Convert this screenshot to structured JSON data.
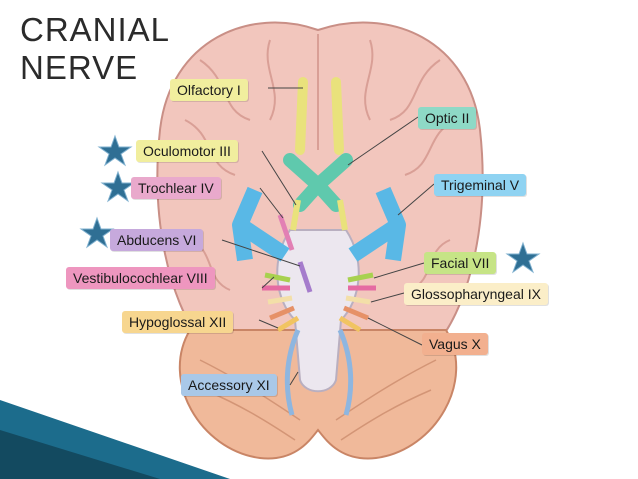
{
  "title": {
    "line1": "CRANIAL",
    "line2": "NERVE"
  },
  "colors": {
    "cerebrum": "#f2c6bd",
    "gyri": "#d99f96",
    "cerebellum": "#f0b99a",
    "brainstem": "#ece7ef",
    "star": "#2f6f94",
    "accent": "#1c6c8c"
  },
  "labels": {
    "olfactory": "Olfactory I",
    "optic": "Optic II",
    "oculomotor": "Oculomotor III",
    "trochlear": "Trochlear IV",
    "trigeminal": "Trigeminal V",
    "abducens": "Abducens VI",
    "facial": "Facial VII",
    "vestibulocochlear": "Vestibulocochlear VIII",
    "glossopharyngeal": "Glossopharyngeal IX",
    "vagus": "Vagus X",
    "accessory": "Accessory XI",
    "hypoglossal": "Hypoglossal XII"
  },
  "label_colors": {
    "olfactory": "#f1ee9e",
    "optic": "#8ed9c6",
    "oculomotor": "#f1ee9e",
    "trochlear": "#e9a9cc",
    "trigeminal": "#8fd3f2",
    "abducens": "#c6a9dc",
    "facial": "#c6e486",
    "vestibulocochlear": "#ee96bf",
    "glossopharyngeal": "#fbeec8",
    "vagus": "#f2b08f",
    "accessory": "#a9c8e8",
    "hypoglossal": "#f7d68f"
  },
  "starred_nerves": [
    "oculomotor",
    "trochlear",
    "abducens",
    "facial"
  ]
}
